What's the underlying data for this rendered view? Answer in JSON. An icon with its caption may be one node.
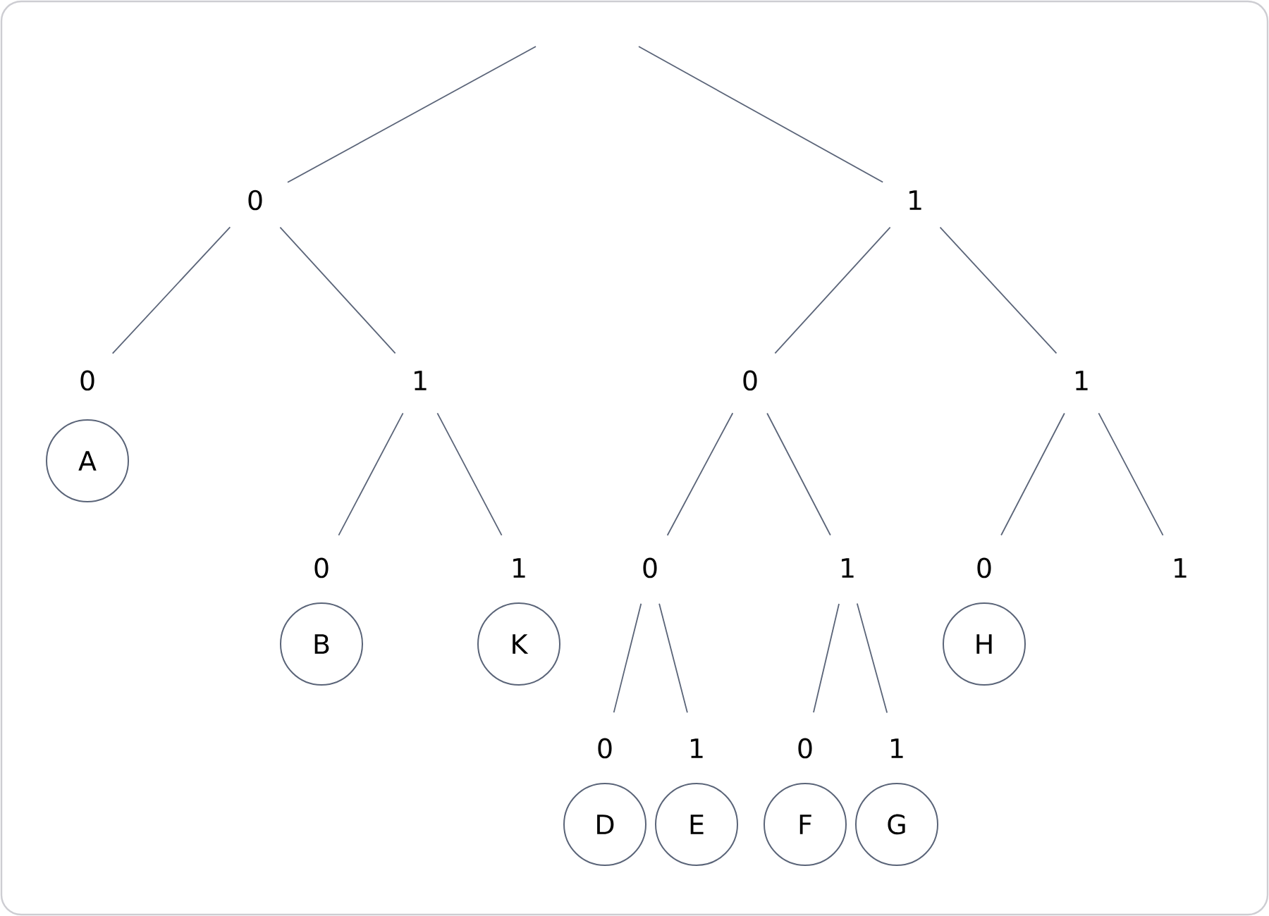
{
  "diagram": {
    "nodes": [
      {
        "text": [
          "0"
        ]
      },
      {
        "text": [
          "1"
        ]
      },
      {
        "text": [
          "0"
        ]
      },
      {
        "text": [
          "A"
        ]
      },
      {
        "text": [
          "1"
        ]
      },
      {
        "text": [
          "0"
        ]
      },
      {
        "text": [
          "B"
        ]
      },
      {
        "text": [
          "1"
        ]
      },
      {
        "text": [
          "K"
        ]
      },
      {
        "text": [
          "0"
        ]
      },
      {
        "text": [
          "1"
        ]
      },
      {
        "text": [
          "0"
        ]
      },
      {
        "text": [
          "1"
        ]
      },
      {
        "text": [
          "0"
        ]
      },
      {
        "text": [
          "H"
        ]
      },
      {
        "text": [
          "1"
        ]
      },
      {
        "text": [
          "0"
        ]
      },
      {
        "text": [
          "D"
        ]
      },
      {
        "text": [
          "1"
        ]
      },
      {
        "text": [
          "E"
        ]
      },
      {
        "text": [
          "0"
        ]
      },
      {
        "text": [
          "F"
        ]
      },
      {
        "text": [
          "1"
        ]
      },
      {
        "text": [
          "G"
        ]
      }
    ],
    "edges": [
      {
        "from": null,
        "to": 0,
        "arrow": "none"
      },
      {
        "from": null,
        "to": 1,
        "arrow": "none"
      },
      {
        "from": 0,
        "to": 2,
        "arrow": "none"
      },
      {
        "from": 0,
        "to": 4,
        "arrow": "none"
      },
      {
        "from": 4,
        "to": 5,
        "arrow": "none"
      },
      {
        "from": 4,
        "to": 7,
        "arrow": "none"
      },
      {
        "from": 1,
        "to": 9,
        "arrow": "none"
      },
      {
        "from": 1,
        "to": 10,
        "arrow": "none"
      },
      {
        "from": 9,
        "to": 11,
        "arrow": "none"
      },
      {
        "from": 9,
        "to": 12,
        "arrow": "none"
      },
      {
        "from": 10,
        "to": 13,
        "arrow": "none"
      },
      {
        "from": 10,
        "to": 15,
        "arrow": "none"
      },
      {
        "from": 11,
        "to": 16,
        "arrow": "none"
      },
      {
        "from": 11,
        "to": 18,
        "arrow": "none"
      },
      {
        "from": 12,
        "to": 20,
        "arrow": "none"
      },
      {
        "from": 12,
        "to": 22,
        "arrow": "none"
      }
    ]
  }
}
